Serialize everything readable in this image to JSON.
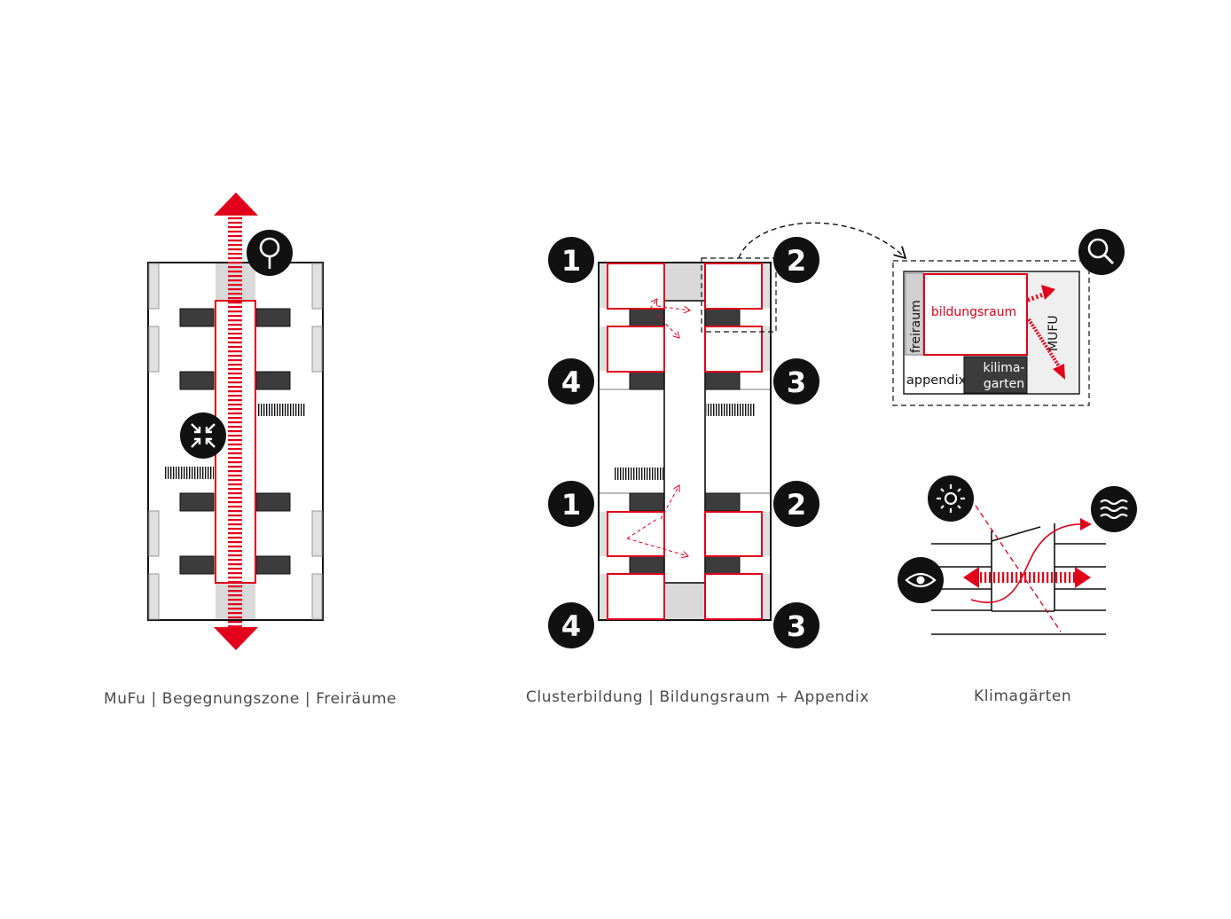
{
  "captions": {
    "panel1": "MuFu | Begegnungszone | Freiräume",
    "panel2": "Clusterbildung | Bildungsraum + Appendix",
    "panel3": "Klimagärten"
  },
  "cluster_numbers": {
    "n1": "1",
    "n2": "2",
    "n3": "3",
    "n4": "4"
  },
  "detail": {
    "bildungsraum": "bildungsraum",
    "freiraum": "freiraum",
    "mufu": "MUFU",
    "appendix": "appendix",
    "klima_line1": "kilima-",
    "klima_line2": "garten"
  },
  "colors": {
    "accent_red": "#e2001a",
    "black": "#111111",
    "dark_block": "#3c3c3c",
    "light_grey": "#d9d9d9"
  },
  "icons": {
    "panel1_top": "location-pin-icon",
    "panel1_mid": "converge-arrows-icon",
    "panel3_zoom": "magnifier-icon",
    "panel3_sun": "sun-icon",
    "panel3_wind": "wind-icon",
    "panel3_eye": "eye-icon"
  }
}
